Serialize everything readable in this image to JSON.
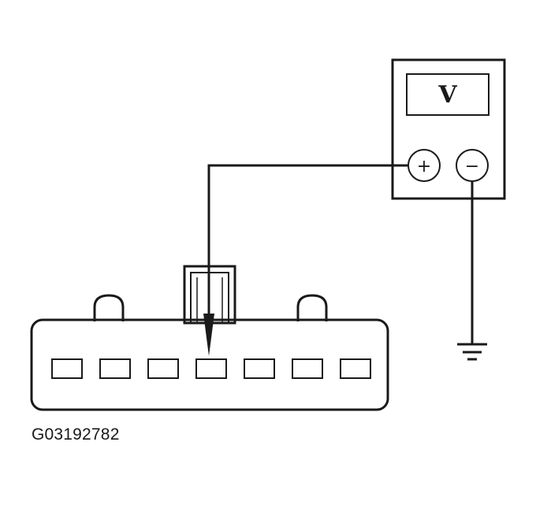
{
  "diagram": {
    "figure_id": "G03192782",
    "meter": {
      "display_label": "V",
      "plus_symbol": "+",
      "minus_symbol": "−"
    },
    "connector": {
      "pin_count": 7,
      "probed_pin": 4
    },
    "icons": [
      "ground-symbol-icon",
      "probe-tip-icon"
    ]
  }
}
